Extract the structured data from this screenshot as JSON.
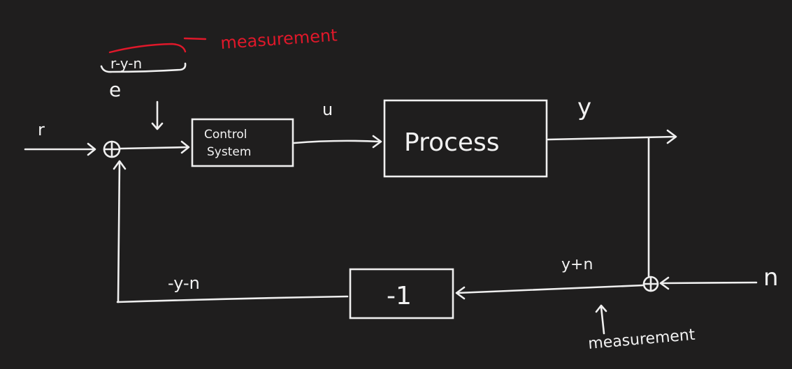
{
  "diagram": {
    "signals": {
      "r": "r",
      "u": "u",
      "y": "y",
      "n": "n",
      "e": "e",
      "error_expr": "r-y-n",
      "neg_feedback": "-y-n",
      "y_plus_n": "y+n"
    },
    "blocks": {
      "control_line1": "Control",
      "control_line2": "System",
      "process": "Process",
      "gain": "-1"
    },
    "annotations": {
      "measurement_top": "measurement",
      "measurement_bottom": "measurement"
    },
    "colors": {
      "background": "#1f1e1e",
      "ink": "#efefef",
      "annotation": "#e0182a"
    }
  }
}
